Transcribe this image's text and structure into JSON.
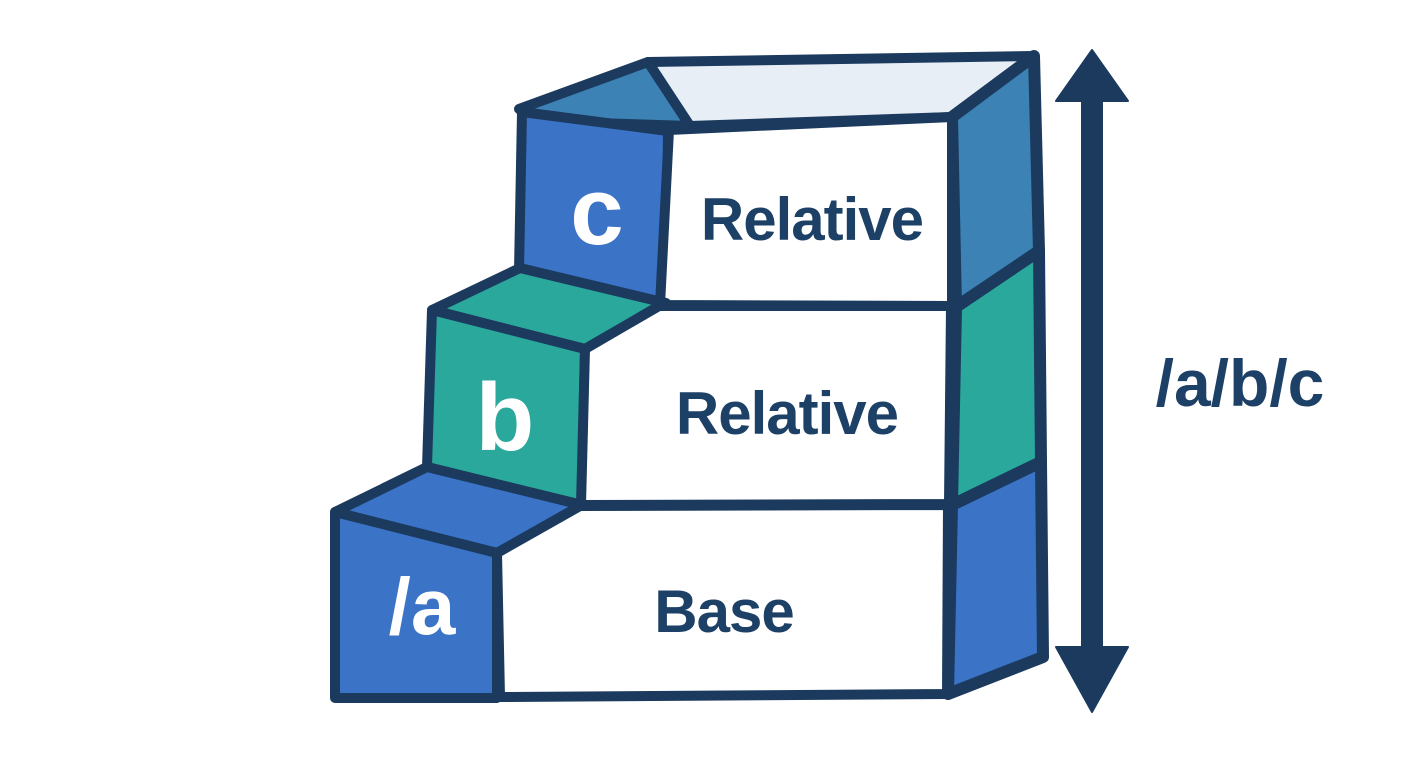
{
  "colors": {
    "outline": "#1b3a5e",
    "text_navy": "#1d4066",
    "label_white": "#ffffff",
    "blue": "#3b73c7",
    "steel_blue": "#3d82b5",
    "teal": "#2ba89c",
    "light_top": "#e7eef5",
    "face_white": "#ffffff"
  },
  "diagram": {
    "description": "Three stacked stair blocks showing URL path segments",
    "blocks": [
      {
        "id": "base",
        "side_label": "/a",
        "front_label": "Base"
      },
      {
        "id": "middle",
        "side_label": "b",
        "front_label": "Relative"
      },
      {
        "id": "top",
        "side_label": "c",
        "front_label": "Relative"
      }
    ],
    "dimension": {
      "label": "/a/b/c"
    }
  }
}
